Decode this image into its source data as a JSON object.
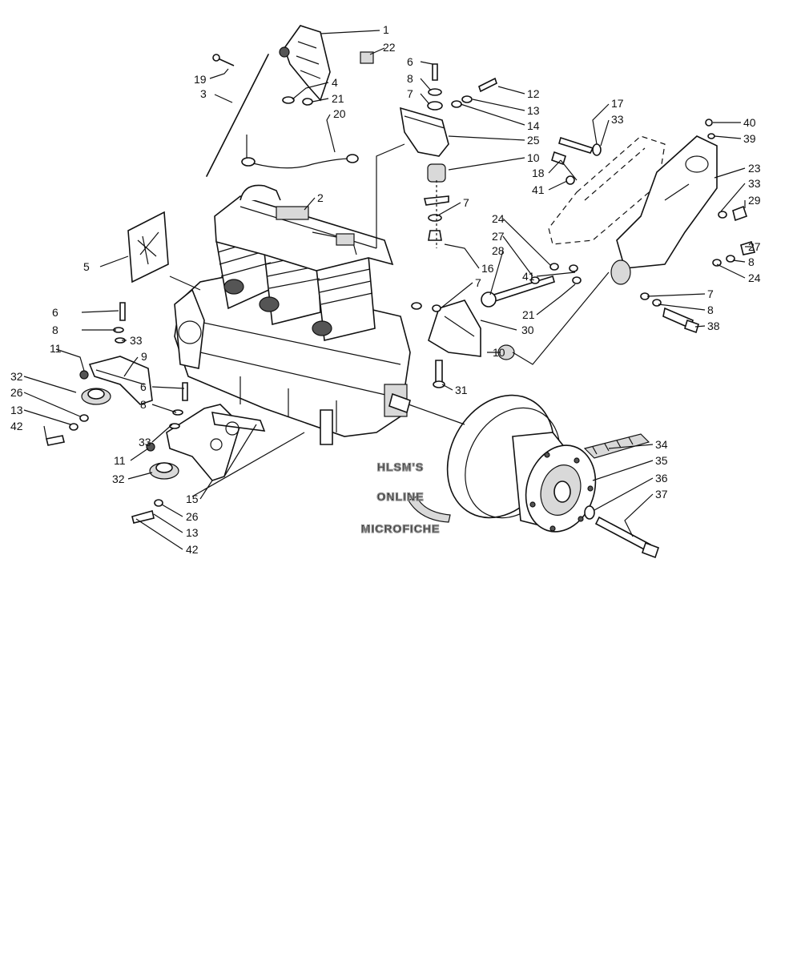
{
  "callouts": {
    "c1": "1",
    "c22": "22",
    "c6a": "6",
    "c19": "19",
    "c4": "4",
    "c8a": "8",
    "c3": "3",
    "c21a": "21",
    "c7a": "7",
    "c12": "12",
    "c13a": "13",
    "c14": "14",
    "c20": "20",
    "c25": "25",
    "c10a": "10",
    "c17": "17",
    "c33a": "33",
    "c40": "40",
    "c39": "39",
    "c18": "18",
    "c41a": "41",
    "c23": "23",
    "c33b": "33",
    "c29": "29",
    "c2": "2",
    "c7b": "7",
    "c24a": "24",
    "c27a": "27",
    "c27b": "27",
    "c8b": "8",
    "c24b": "24",
    "c5": "5",
    "c16": "16",
    "c28": "28",
    "c41b": "41",
    "c7c": "7",
    "c8c": "8",
    "c7d": "7",
    "c21b": "21",
    "c38": "38",
    "c6b": "6",
    "c8d": "8",
    "c33c": "33",
    "c30": "30",
    "c11a": "11",
    "c9": "9",
    "c10b": "10",
    "c32a": "32",
    "c31": "31",
    "c26a": "26",
    "c6c": "6",
    "c13b": "13",
    "c8e": "8",
    "c42a": "42",
    "c34": "34",
    "c33d": "33",
    "c35": "35",
    "c11b": "11",
    "c36": "36",
    "c32b": "32",
    "c37": "37",
    "c15": "15",
    "c26b": "26",
    "c13c": "13",
    "c42b": "42"
  },
  "watermark": [
    "HLSM'S",
    "ONLINE",
    "MICROFICHE"
  ]
}
